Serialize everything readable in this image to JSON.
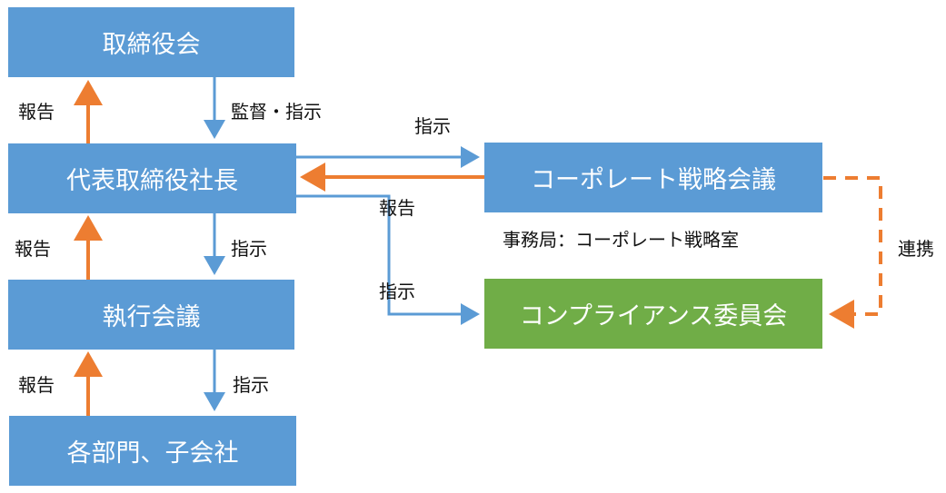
{
  "nodes": {
    "board": "取締役会",
    "president": "代表取締役社長",
    "exec_meeting": "執行会議",
    "departments": "各部門、子会社",
    "corp_strategy": "コーポレート戦略会議",
    "compliance": "コンプライアンス委員会"
  },
  "labels": {
    "report_board": "報告",
    "supervise": "監督・指示",
    "report_president": "報告",
    "instruct_exec": "指示",
    "report_exec": "報告",
    "instruct_dept": "指示",
    "instruct_strategy": "指示",
    "report_strategy": "報告",
    "instruct_compliance": "指示",
    "secretariat": "事務局：コーポレート戦略室",
    "collaboration": "連携"
  },
  "colors": {
    "box_blue": "#5b9bd5",
    "box_green": "#70ad47",
    "arrow_blue": "#5b9bd5",
    "arrow_orange": "#ed7d31"
  }
}
